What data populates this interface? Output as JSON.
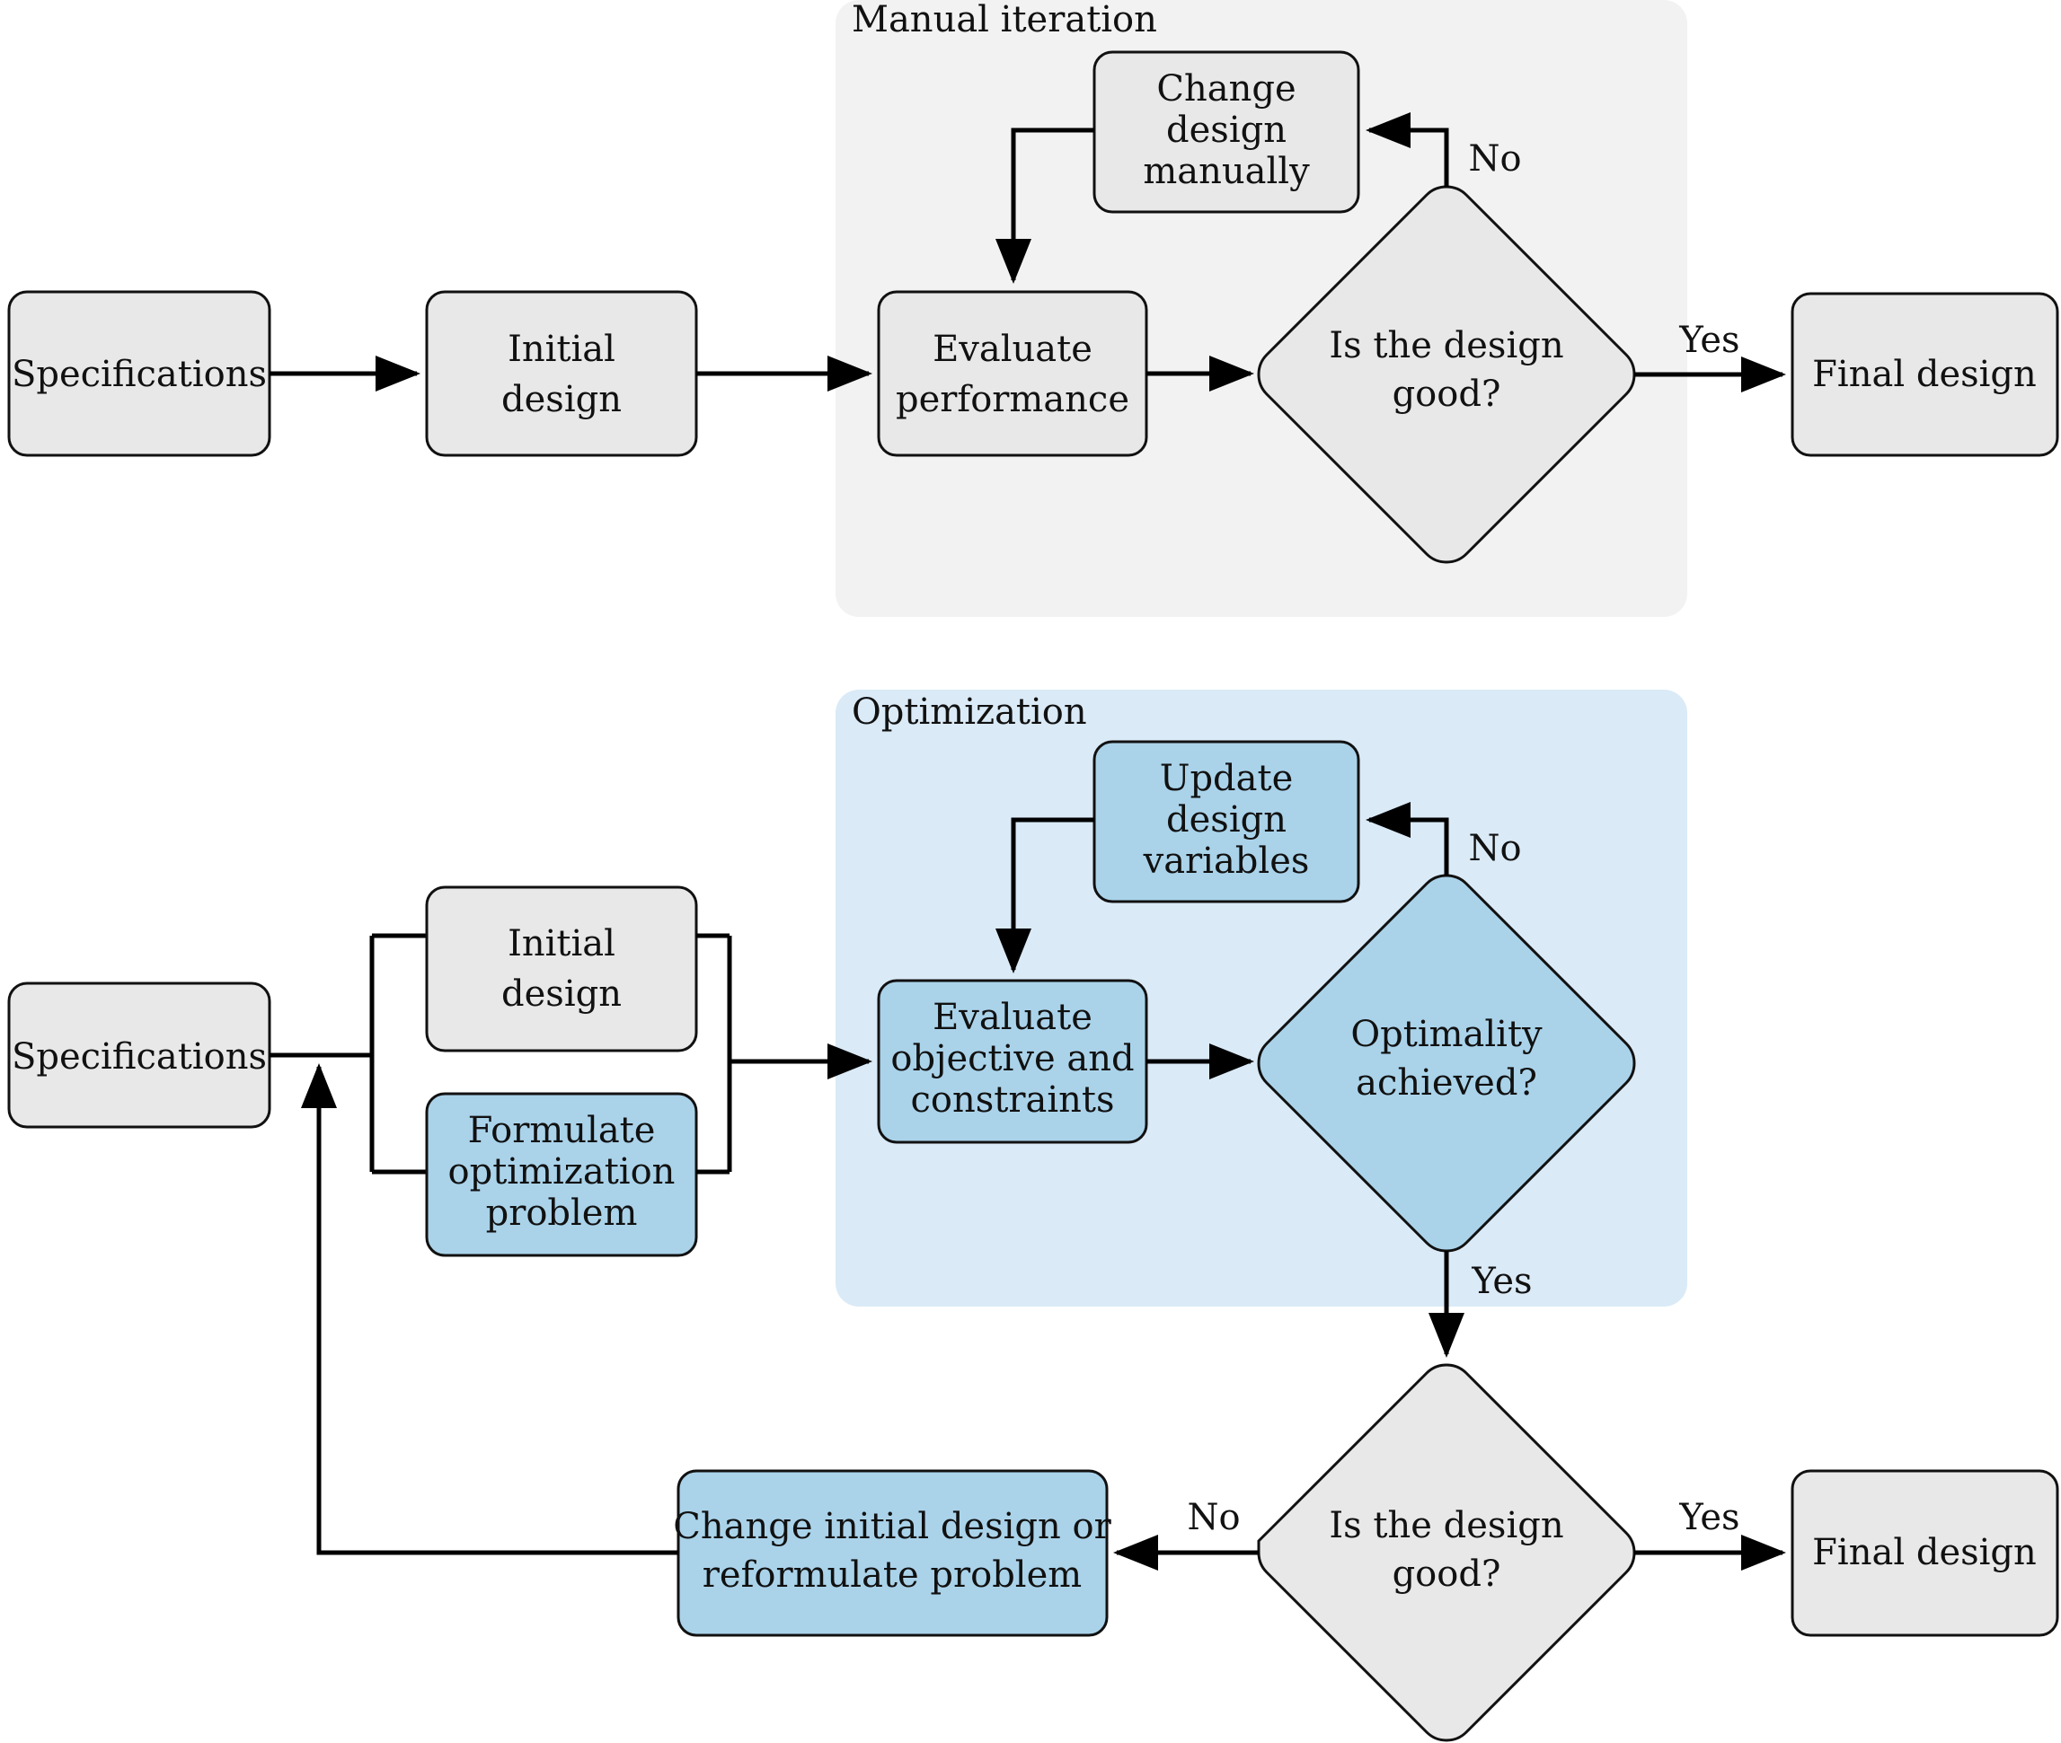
{
  "figure": {
    "title": "Design process flowchart: manual iteration versus optimization",
    "colors": {
      "panel_gray": "#f2f2f2",
      "panel_blue": "#daeaf7",
      "node_gray": "#e8e8e8",
      "node_blue": "#aad3ea",
      "stroke": "#111111",
      "arrow": "#000000"
    }
  },
  "panels": [
    {
      "id": "manual",
      "label": "Manual iteration"
    },
    {
      "id": "optimization",
      "label": "Optimization"
    }
  ],
  "manual_process": {
    "nodes": [
      {
        "id": "specifications",
        "label": "Specifications",
        "shape": "box",
        "fill": "gray"
      },
      {
        "id": "initial-design",
        "label": "Initial\ndesign",
        "lines": [
          "Initial",
          "design"
        ],
        "shape": "box",
        "fill": "gray"
      },
      {
        "id": "change-design-manually",
        "label": "Change design manually",
        "lines": [
          "Change",
          "design",
          "manually"
        ],
        "shape": "box",
        "fill": "gray"
      },
      {
        "id": "evaluate-performance",
        "label": "Evaluate performance",
        "lines": [
          "Evaluate",
          "performance"
        ],
        "shape": "box",
        "fill": "gray"
      },
      {
        "id": "is-design-good",
        "label": "Is the design good?",
        "lines": [
          "Is the design",
          "good?"
        ],
        "shape": "diamond",
        "fill": "gray"
      },
      {
        "id": "final-design",
        "label": "Final design",
        "lines": [
          "Final design"
        ],
        "shape": "box",
        "fill": "gray"
      }
    ],
    "edge_labels": {
      "no": "No",
      "yes": "Yes"
    }
  },
  "optimization_process": {
    "nodes": [
      {
        "id": "specifications",
        "label": "Specifications",
        "shape": "box",
        "fill": "gray"
      },
      {
        "id": "initial-design",
        "label": "Initial design",
        "lines": [
          "Initial",
          "design"
        ],
        "shape": "box",
        "fill": "gray"
      },
      {
        "id": "formulate-optimization-problem",
        "label": "Formulate optimization problem",
        "lines": [
          "Formulate",
          "optimization",
          "problem"
        ],
        "shape": "box",
        "fill": "blue"
      },
      {
        "id": "update-design-variables",
        "label": "Update design variables",
        "lines": [
          "Update",
          "design",
          "variables"
        ],
        "shape": "box",
        "fill": "blue"
      },
      {
        "id": "evaluate-objective-and-constraints",
        "label": "Evaluate objective and constraints",
        "lines": [
          "Evaluate",
          "objective and",
          "constraints"
        ],
        "shape": "box",
        "fill": "blue"
      },
      {
        "id": "optimality-achieved",
        "label": "Optimality achieved?",
        "lines": [
          "Optimality",
          "achieved?"
        ],
        "shape": "diamond",
        "fill": "blue"
      },
      {
        "id": "is-design-good",
        "label": "Is the design good?",
        "lines": [
          "Is the design",
          "good?"
        ],
        "shape": "diamond",
        "fill": "gray"
      },
      {
        "id": "change-initial-design-or-reformulate-problem",
        "label": "Change initial design or reformulate problem",
        "lines": [
          "Change initial design or",
          "reformulate problem"
        ],
        "shape": "box",
        "fill": "blue"
      },
      {
        "id": "final-design",
        "label": "Final design",
        "lines": [
          "Final design"
        ],
        "shape": "box",
        "fill": "gray"
      }
    ],
    "edge_labels": {
      "no_loop": "No",
      "yes_optimality": "Yes",
      "no_design": "No",
      "yes_design": "Yes"
    }
  },
  "text": {
    "manual_panel_label": "Manual iteration",
    "optimization_panel_label": "Optimization",
    "specifications": "Specifications",
    "initial": "Initial",
    "design": "design",
    "change": "Change",
    "design2": "design",
    "manually": "manually",
    "evaluate": "Evaluate",
    "performance": "performance",
    "is_the_design": "Is the design",
    "good_q": "good?",
    "final_design": "Final design",
    "no": "No",
    "yes": "Yes",
    "update": "Update",
    "design3": "design",
    "variables": "variables",
    "evaluate2": "Evaluate",
    "objective_and": "objective and",
    "constraints": "constraints",
    "optimality": "Optimality",
    "achieved_q": "achieved?",
    "formulate": "Formulate",
    "optimization": "optimization",
    "problem": "problem",
    "change_initial_design_or": "Change initial design or",
    "reformulate_problem": "reformulate problem",
    "specifications2": "Specifications",
    "initial2": "Initial",
    "design4": "design",
    "final_design2": "Final design",
    "no2": "No",
    "yes2": "Yes",
    "no3": "No",
    "yes3": "Yes"
  }
}
